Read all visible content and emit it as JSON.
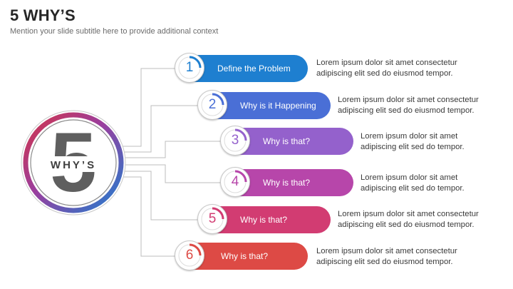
{
  "header": {
    "title": "5 WHY’S",
    "subtitle": "Mention your slide subtitle here to provide additional context"
  },
  "emblem": {
    "big_number": "5",
    "word": "WHY’S"
  },
  "colors": {
    "step1": "#1e7fd0",
    "step2": "#4a6fd6",
    "step3": "#9461cc",
    "step4": "#b746aa",
    "step5": "#d23c72",
    "step6": "#dd4a45",
    "connector": "#bdbdbd",
    "text_dark": "#262626"
  },
  "steps": [
    {
      "number": "1",
      "label": "Define the Problem",
      "desc_line1": "Lorem ipsum dolor sit amet consectetur",
      "desc_line2": "adipiscing elit sed do eiusmod tempor."
    },
    {
      "number": "2",
      "label": "Why is it Happening",
      "desc_line1": "Lorem ipsum dolor sit amet consectetur",
      "desc_line2": "adipiscing elit sed do eiusmod tempor."
    },
    {
      "number": "3",
      "label": "Why is that?",
      "desc_line1": "Lorem ipsum dolor sit amet",
      "desc_line2": "adipiscing elit sed do tempor."
    },
    {
      "number": "4",
      "label": "Why is that?",
      "desc_line1": "Lorem ipsum dolor sit amet",
      "desc_line2": "adipiscing elit sed do tempor."
    },
    {
      "number": "5",
      "label": "Why is that?",
      "desc_line1": "Lorem ipsum dolor sit amet consectetur",
      "desc_line2": "adipiscing elit sed do eiusmod tempor."
    },
    {
      "number": "6",
      "label": "Why is that?",
      "desc_line1": "Lorem ipsum dolor sit amet consectetur",
      "desc_line2": "adipiscing elit sed do eiusmod tempor."
    }
  ]
}
